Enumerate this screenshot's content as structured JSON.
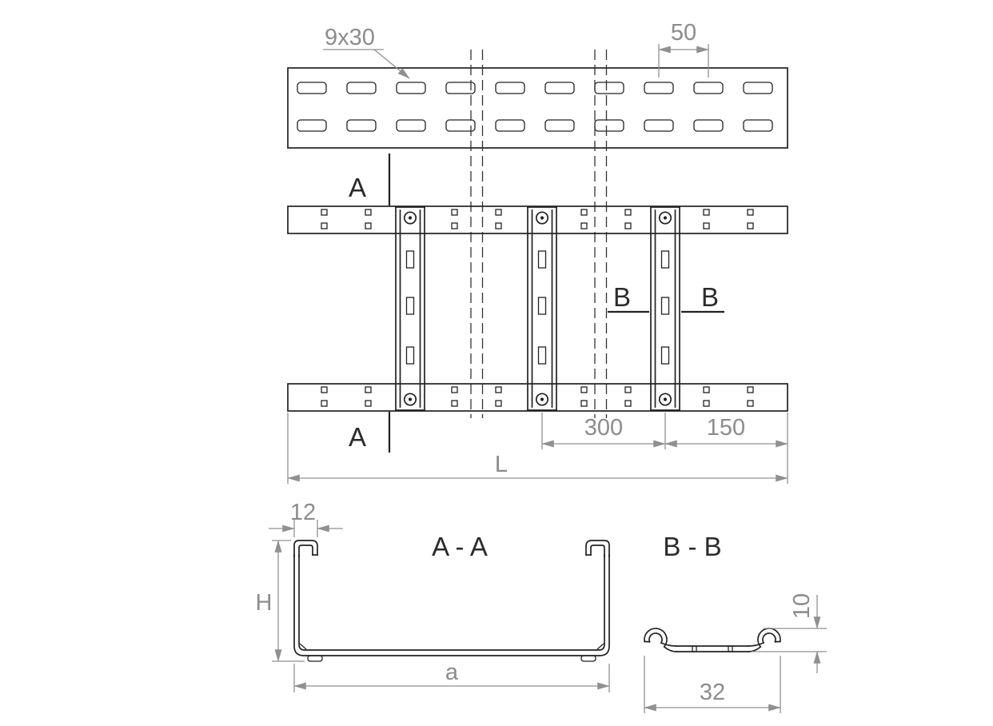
{
  "drawing": {
    "kind": "cable-ladder-technical-drawing",
    "colors": {
      "outline": "#222222",
      "dimension": "#8c8c8c",
      "background": "#ffffff"
    }
  },
  "top_view": {
    "slot_label": "9x30",
    "slot_pitch": "50"
  },
  "plan_view": {
    "section_a_label": "A",
    "section_b_label": "B",
    "dim_rung_spacing": "300",
    "dim_end_spacing": "150",
    "dim_length": "L"
  },
  "section_aa": {
    "title": "A - A",
    "dim_lip": "12",
    "dim_height": "H",
    "dim_width": "a"
  },
  "section_bb": {
    "title": "B - B",
    "dim_height": "10",
    "dim_width": "32"
  }
}
